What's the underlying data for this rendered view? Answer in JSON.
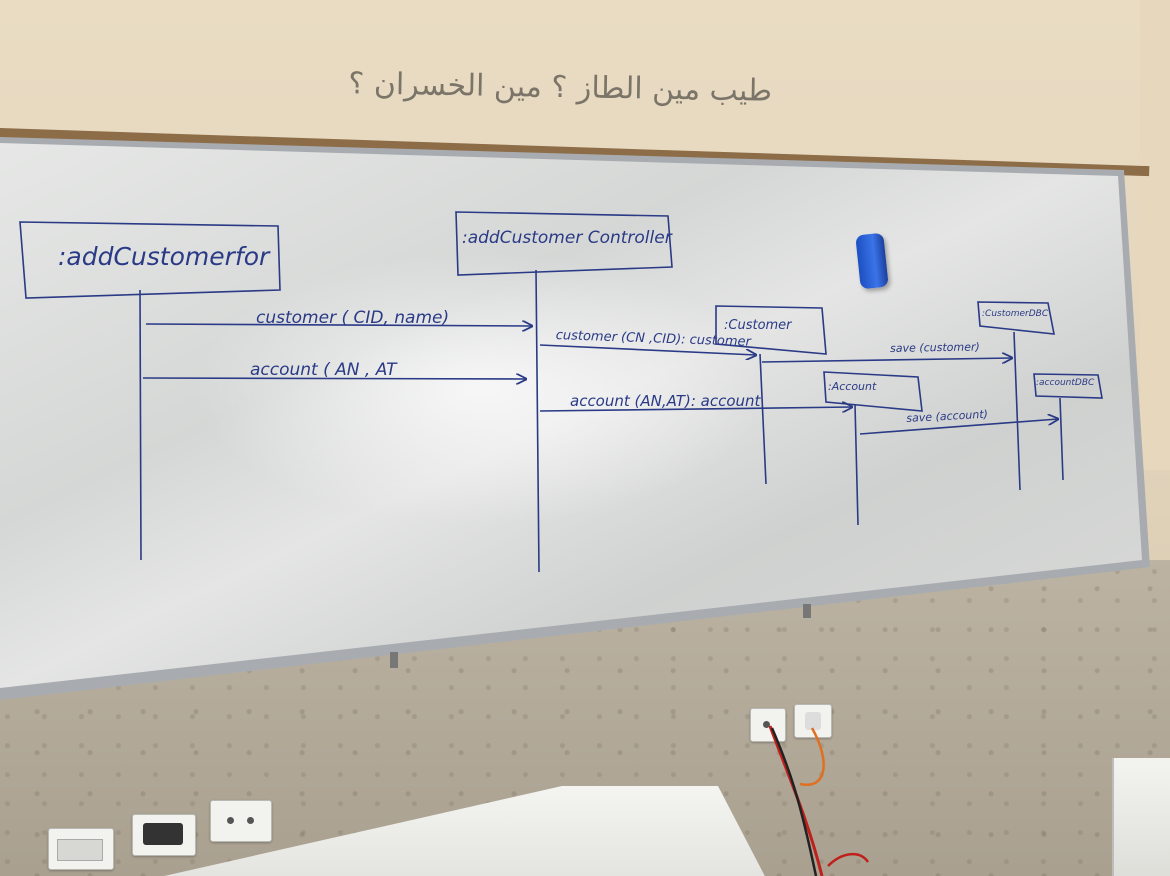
{
  "scene": {
    "wall_graffiti": "طيب مين الطاز ؟ مين الخسران ؟",
    "whiteboard": {
      "objects": [
        {
          "id": "obj1",
          "label": ":addCustomerfor"
        },
        {
          "id": "obj2",
          "label": ":addCustomer Controller"
        },
        {
          "id": "obj3",
          "label": ":Customer"
        },
        {
          "id": "obj4",
          "label": ":CustomerDBC"
        },
        {
          "id": "obj5",
          "label": ":Account"
        },
        {
          "id": "obj6",
          "label": ":accountDBC"
        }
      ],
      "messages": [
        {
          "id": "m1",
          "text": "customer ( CID, name)"
        },
        {
          "id": "m2",
          "text": "account ( AN , AT"
        },
        {
          "id": "m3",
          "text": "customer (CN ,CID): customer"
        },
        {
          "id": "m4",
          "text": "save (customer)"
        },
        {
          "id": "m5",
          "text": "account (AN,AT): account"
        },
        {
          "id": "m6",
          "text": "save (account)"
        }
      ]
    },
    "colors": {
      "marker_ink": "#2a3a86",
      "eraser": "#2d63d8",
      "cable_red": "#c0201c",
      "cable_orange": "#e07020"
    }
  }
}
